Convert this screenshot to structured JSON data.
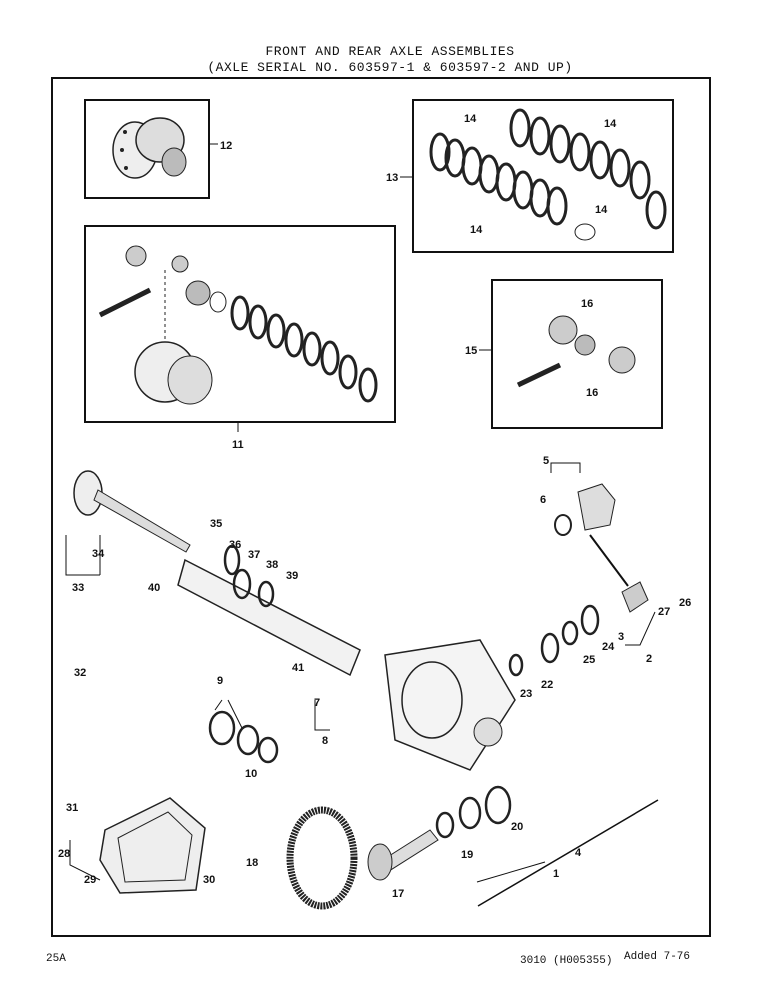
{
  "title_line1": "FRONT AND REAR AXLE ASSEMBLIES",
  "title_line2": "(AXLE SERIAL NO. 603597-1 & 603597-2 AND UP)",
  "callouts": {
    "c12": "12",
    "c13": "13",
    "c14a": "14",
    "c14b": "14",
    "c14c": "14",
    "c14d": "14",
    "c11": "11",
    "c15": "15",
    "c16a": "16",
    "c16b": "16",
    "c5": "5",
    "c6": "6",
    "c35": "35",
    "c36": "36",
    "c37": "37",
    "c38": "38",
    "c39": "39",
    "c34": "34",
    "c33": "33",
    "c40": "40",
    "c41": "41",
    "c32": "32",
    "c26": "26",
    "c27": "27",
    "c3": "3",
    "c24": "24",
    "c25": "25",
    "c2": "2",
    "c22": "22",
    "c23": "23",
    "c7": "7",
    "c8": "8",
    "c9": "9",
    "c10": "10",
    "c31": "31",
    "c28": "28",
    "c29": "29",
    "c30": "30",
    "c18": "18",
    "c17": "17",
    "c19": "19",
    "c20": "20",
    "c4": "4",
    "c1": "1"
  },
  "footer": {
    "page": "25A",
    "code": "3010 (H005355)",
    "added": "Added 7-76"
  }
}
